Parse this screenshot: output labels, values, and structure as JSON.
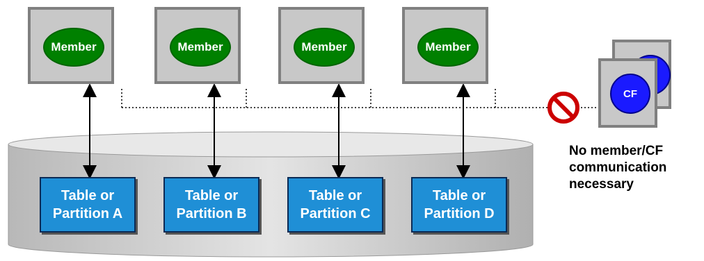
{
  "members": [
    {
      "label": "Member"
    },
    {
      "label": "Member"
    },
    {
      "label": "Member"
    },
    {
      "label": "Member"
    }
  ],
  "partitions": [
    {
      "line1": "Table or",
      "line2": "Partition A"
    },
    {
      "line1": "Table or",
      "line2": "Partition B"
    },
    {
      "line1": "Table or",
      "line2": "Partition C"
    },
    {
      "line1": "Table or",
      "line2": "Partition D"
    }
  ],
  "cf": {
    "label": "CF"
  },
  "note": {
    "line1": "No member/CF",
    "line2": "communication",
    "line3": "necessary"
  },
  "icons": {
    "prohibited": "prohibited-icon"
  },
  "colors": {
    "member_fill": "#008000",
    "partition_fill": "#1f8fd6",
    "cf_fill": "#1a1aff",
    "box_fill": "#c8c8c8",
    "box_border": "#808080",
    "prohibited": "#cc0000"
  }
}
